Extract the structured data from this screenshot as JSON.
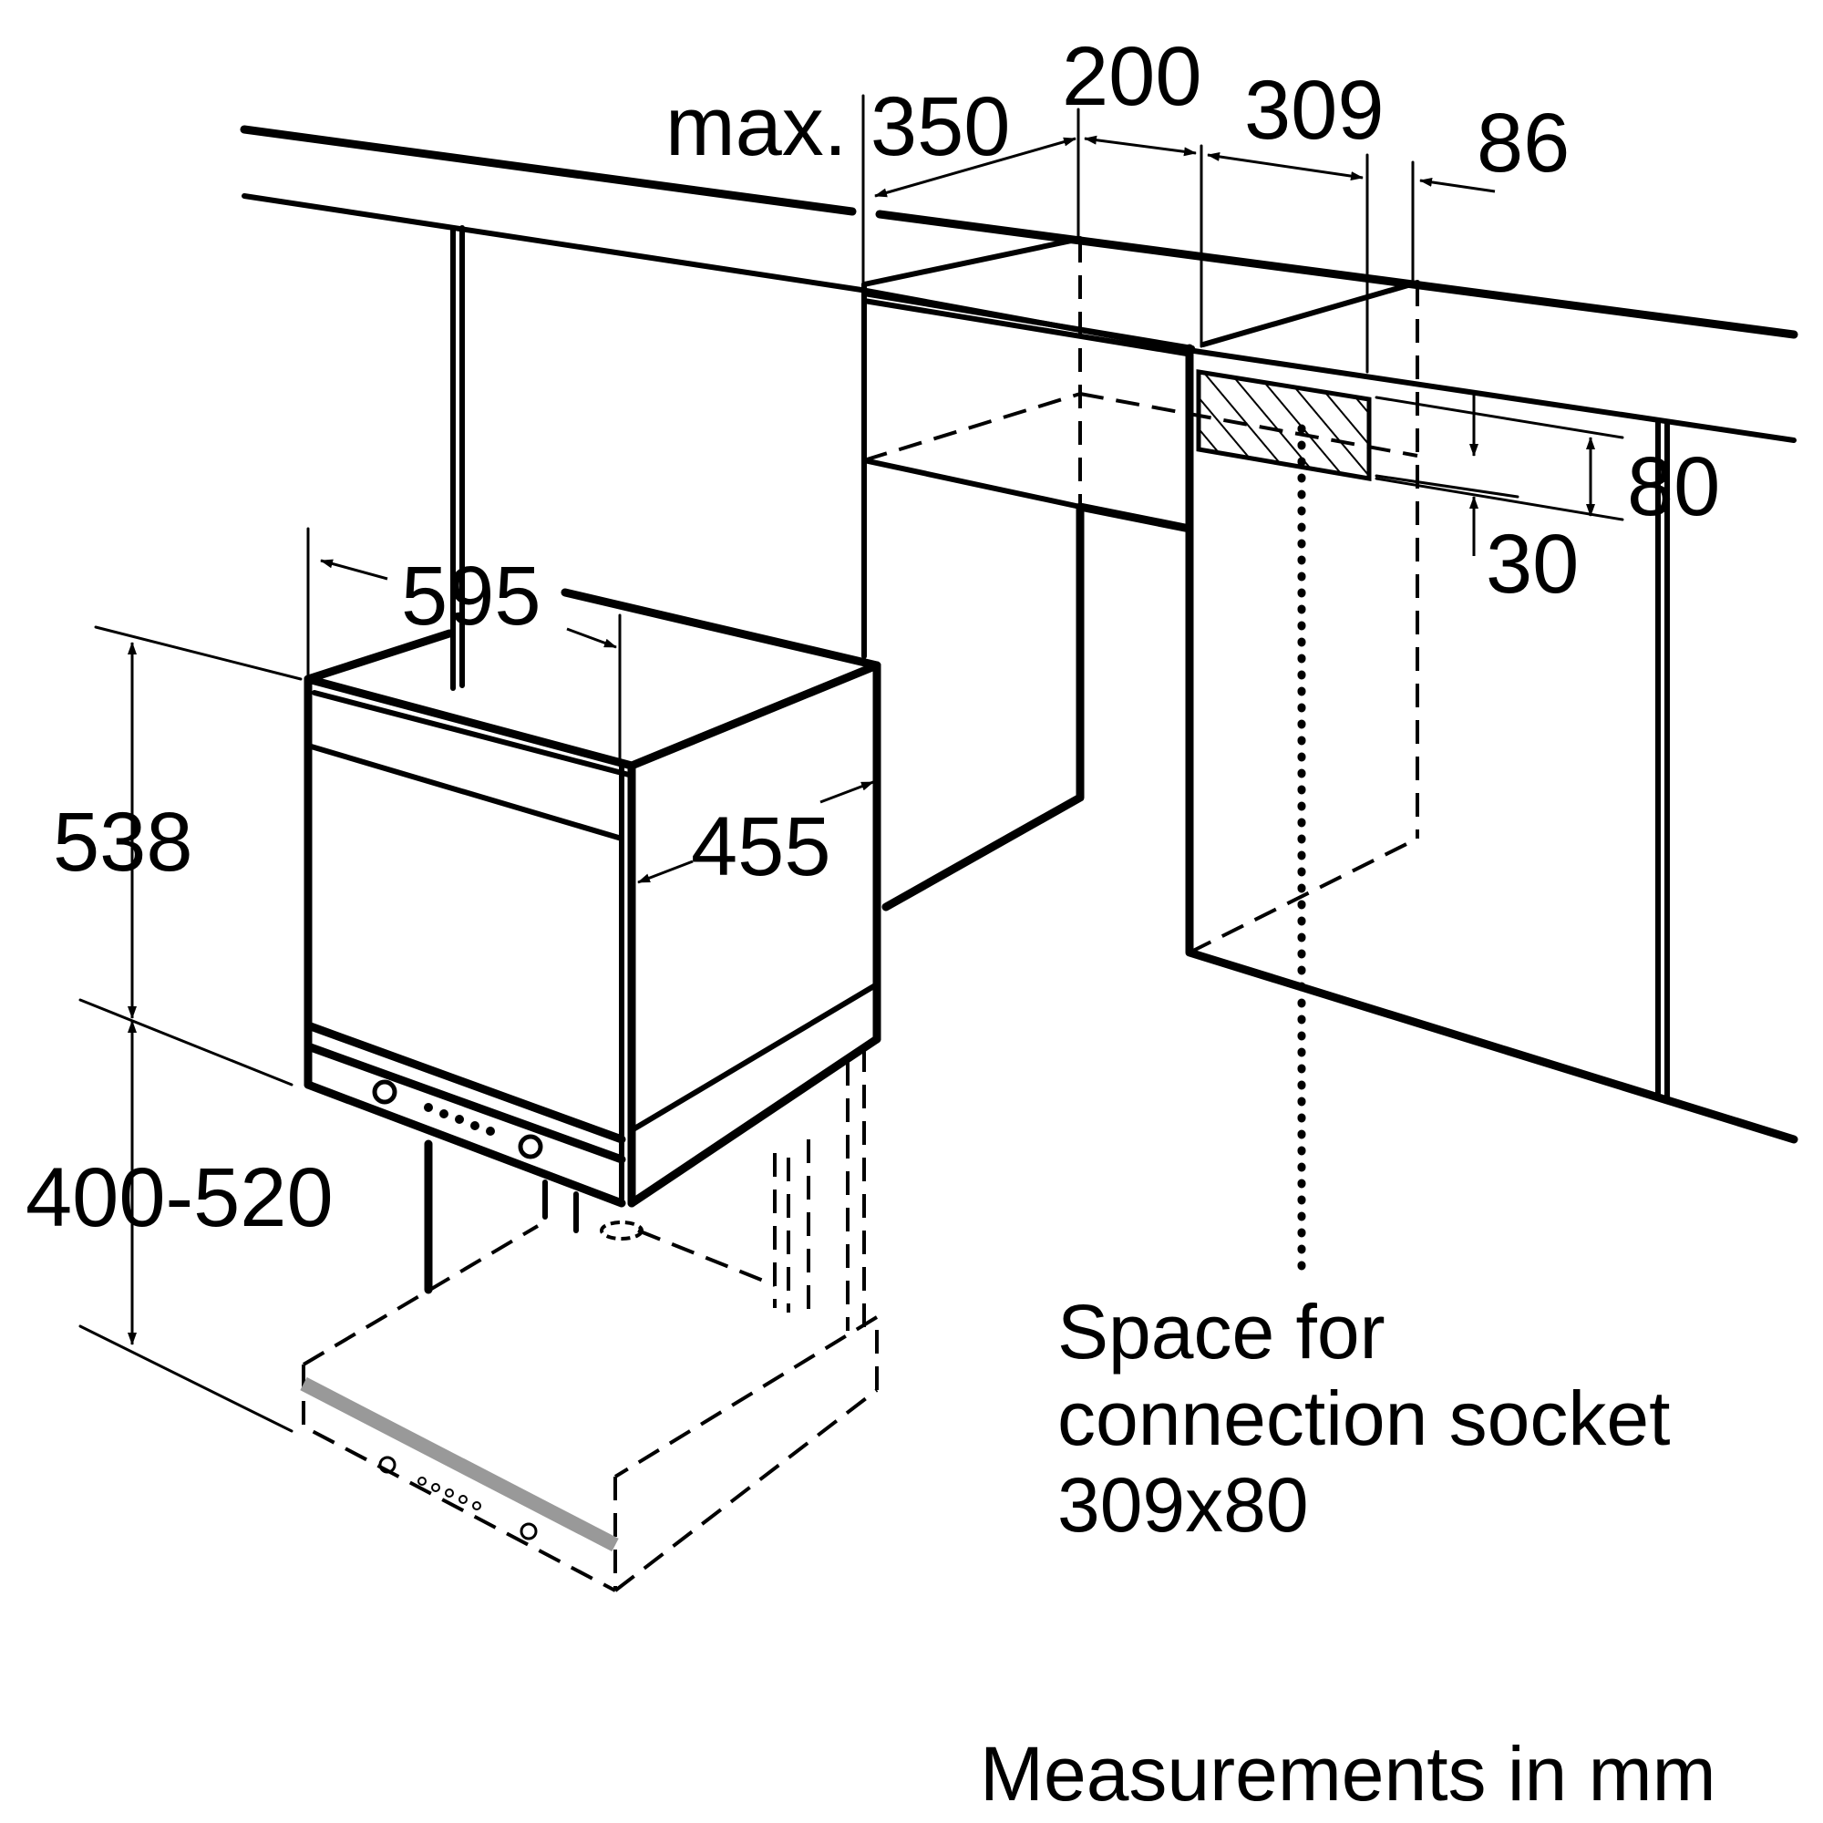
{
  "dimensions": {
    "max350": "max. 350",
    "d200": "200",
    "d309": "309",
    "d86": "86",
    "d80": "80",
    "d30": "30",
    "d595": "595",
    "d455": "455",
    "d538": "538",
    "d400_520": "400-520"
  },
  "socket_note": {
    "line1": "Space for",
    "line2": "connection socket",
    "line3": "309x80"
  },
  "footer": {
    "units": "Measurements in mm"
  },
  "colors": {
    "line": "#000000",
    "plinth": "#999999",
    "background": "#ffffff"
  }
}
